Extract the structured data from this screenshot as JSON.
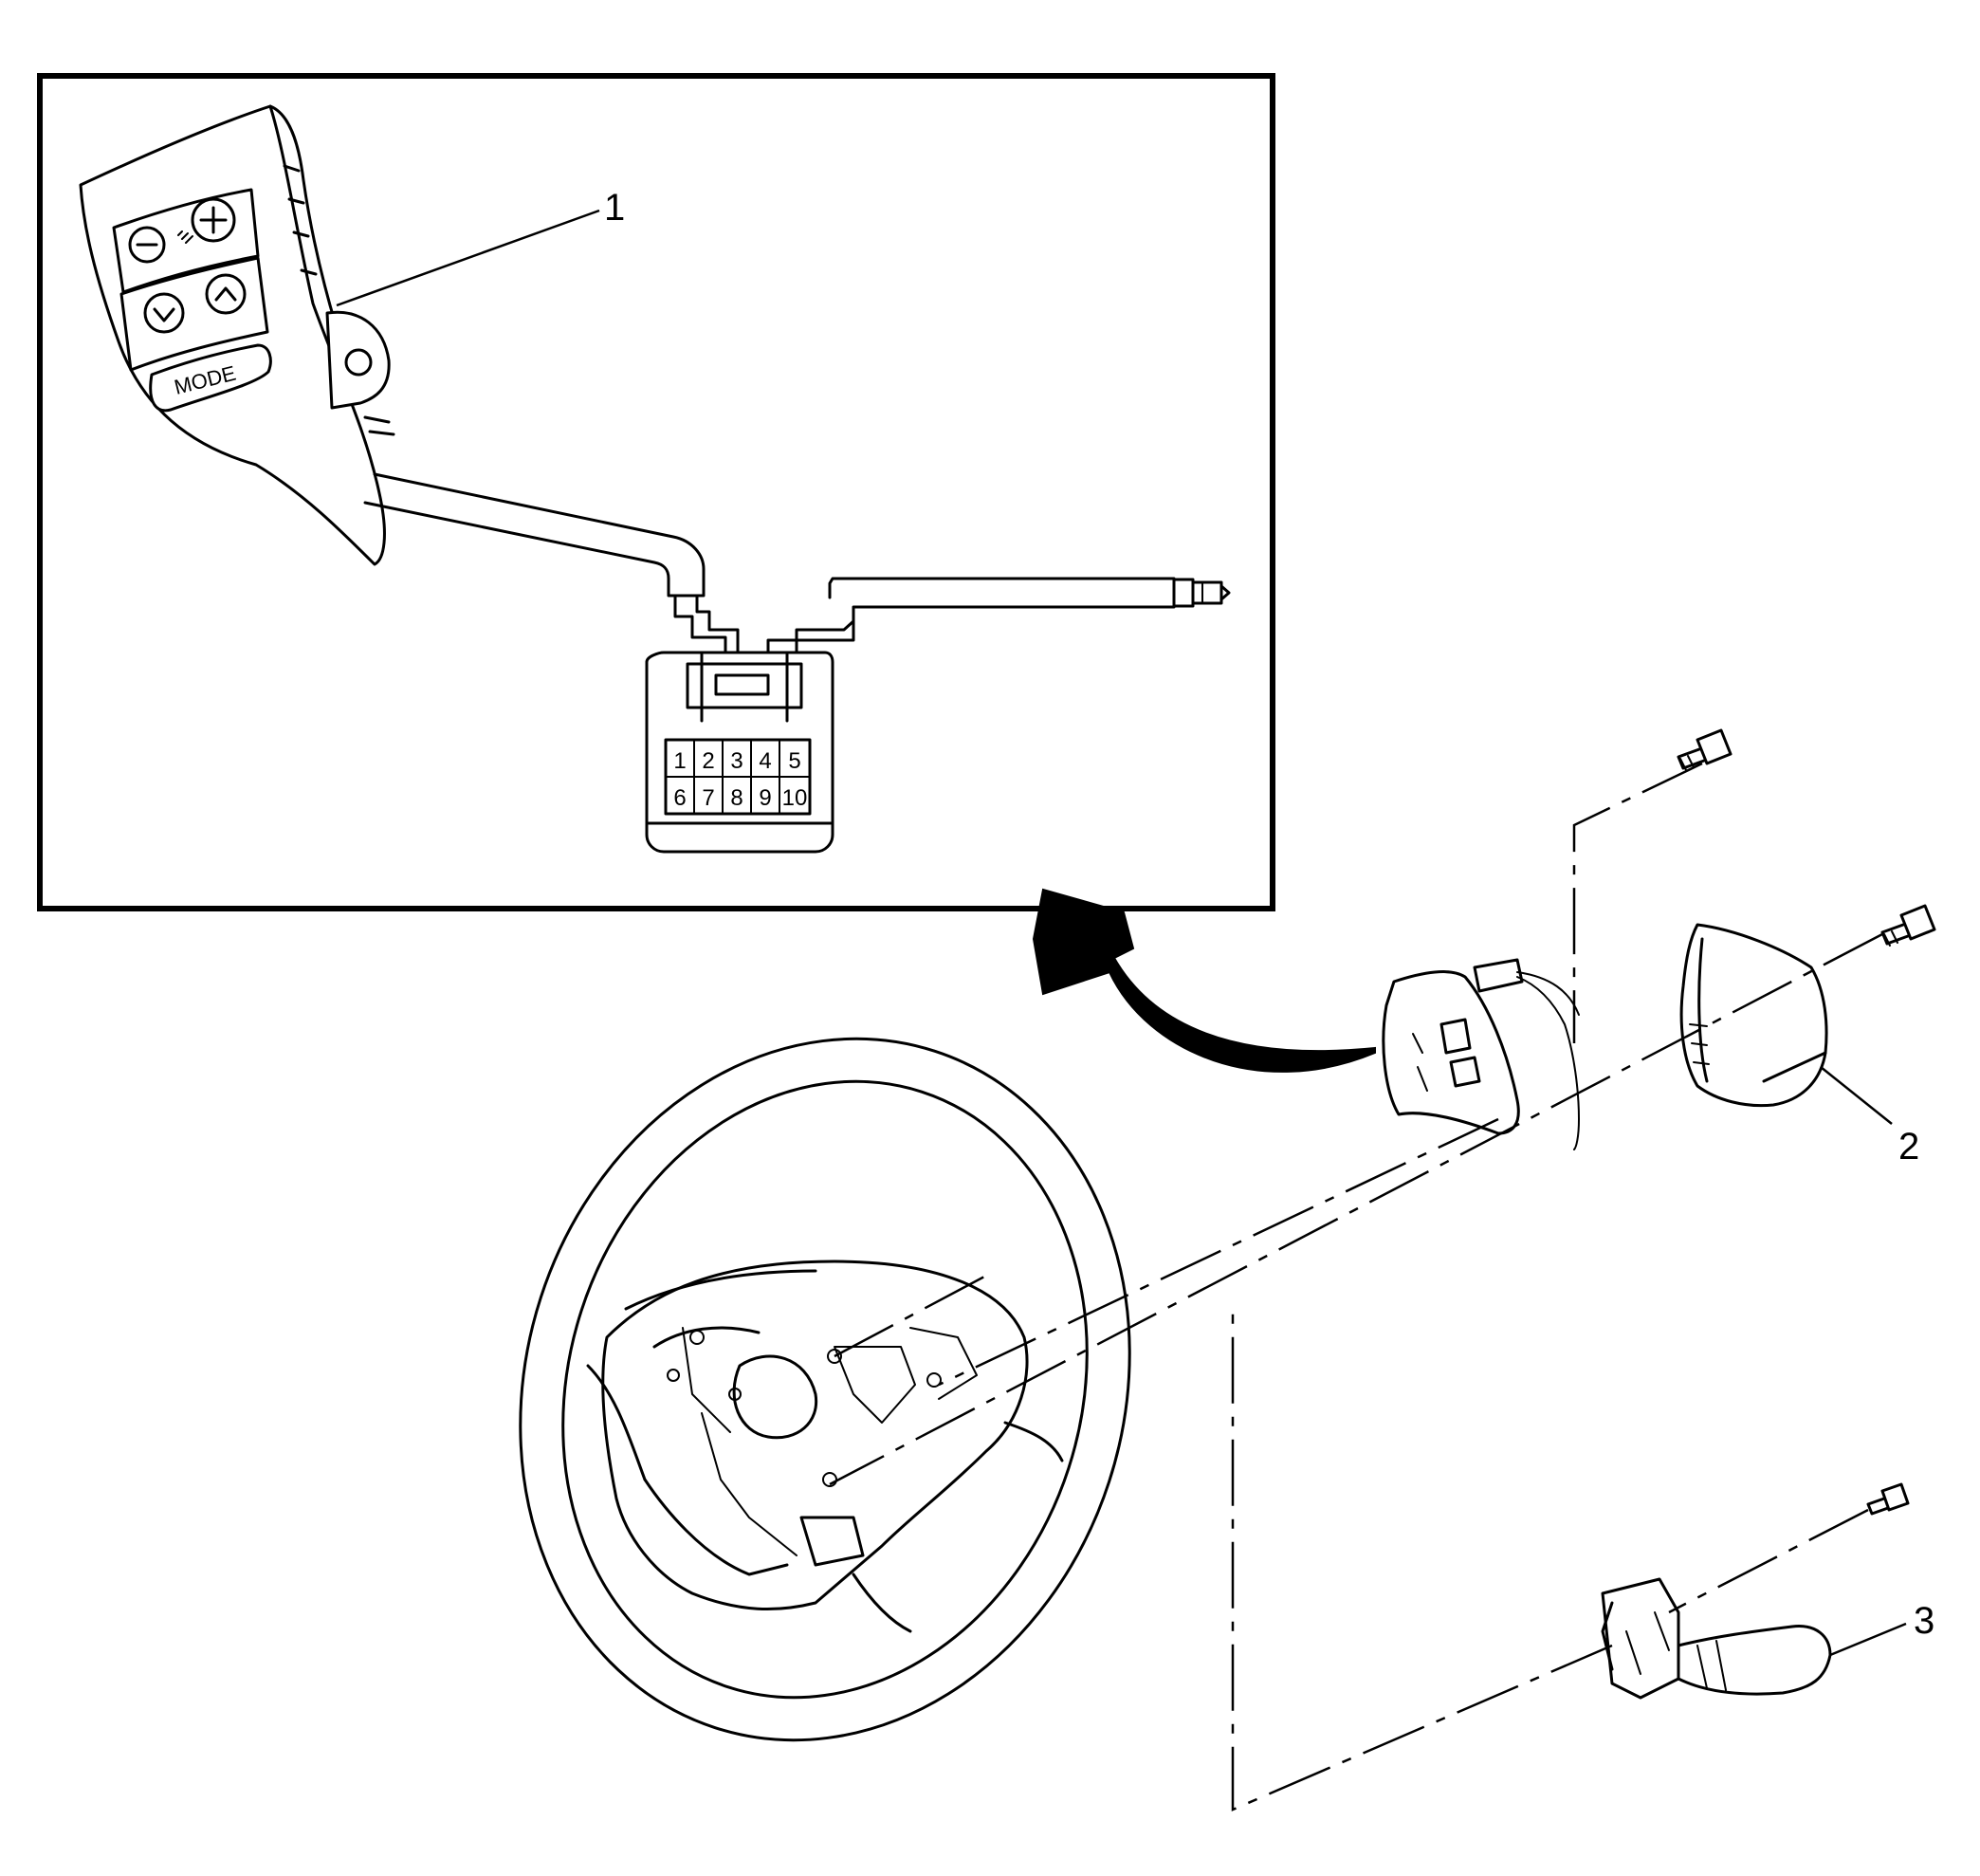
{
  "callouts": {
    "c1": "1",
    "c2": "2",
    "c3": "3"
  },
  "switch_buttons": {
    "mode": "MODE"
  },
  "connector_pins": {
    "row1": [
      "1",
      "2",
      "3",
      "4",
      "5"
    ],
    "row2": [
      "6",
      "7",
      "8",
      "9",
      "10"
    ]
  }
}
